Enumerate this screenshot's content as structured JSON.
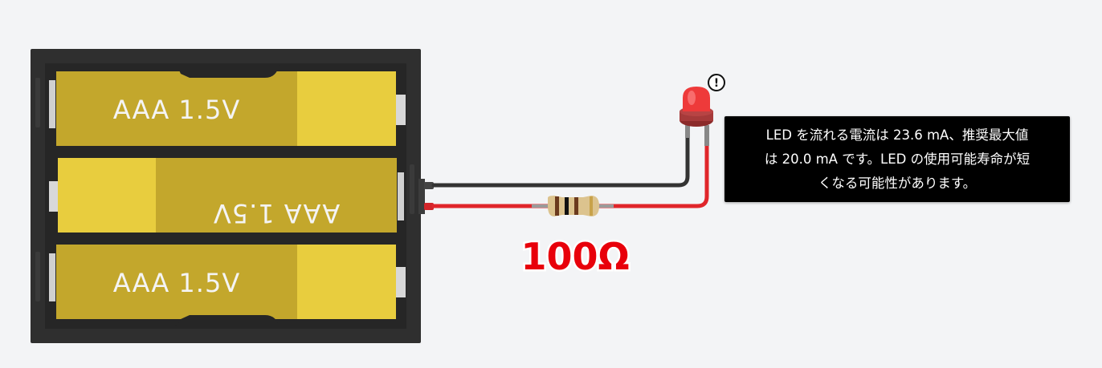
{
  "batteries": [
    {
      "label": "AAA 1.5V",
      "flipped": false
    },
    {
      "label": "AAA 1.5V",
      "flipped": true
    },
    {
      "label": "AAA 1.5V",
      "flipped": false
    }
  ],
  "resistor": {
    "label": "100Ω"
  },
  "led": {
    "color": "red",
    "warning_symbol": "!"
  },
  "warning_tooltip": {
    "lines": [
      "LED を流れる電流は 23.6 mA、推奨最大値",
      "は 20.0 mA です。LED の使用可能寿命が短",
      "くなる可能性があります。"
    ]
  },
  "colors": {
    "canvas_bg": "#f3f4f6",
    "holder": "#2f2f2f",
    "battery_body": "#c3a72c",
    "battery_cap": "#e8cd3e",
    "wire_positive": "#e0262b",
    "wire_negative": "#333333",
    "resistor_label": "#e8000b"
  }
}
